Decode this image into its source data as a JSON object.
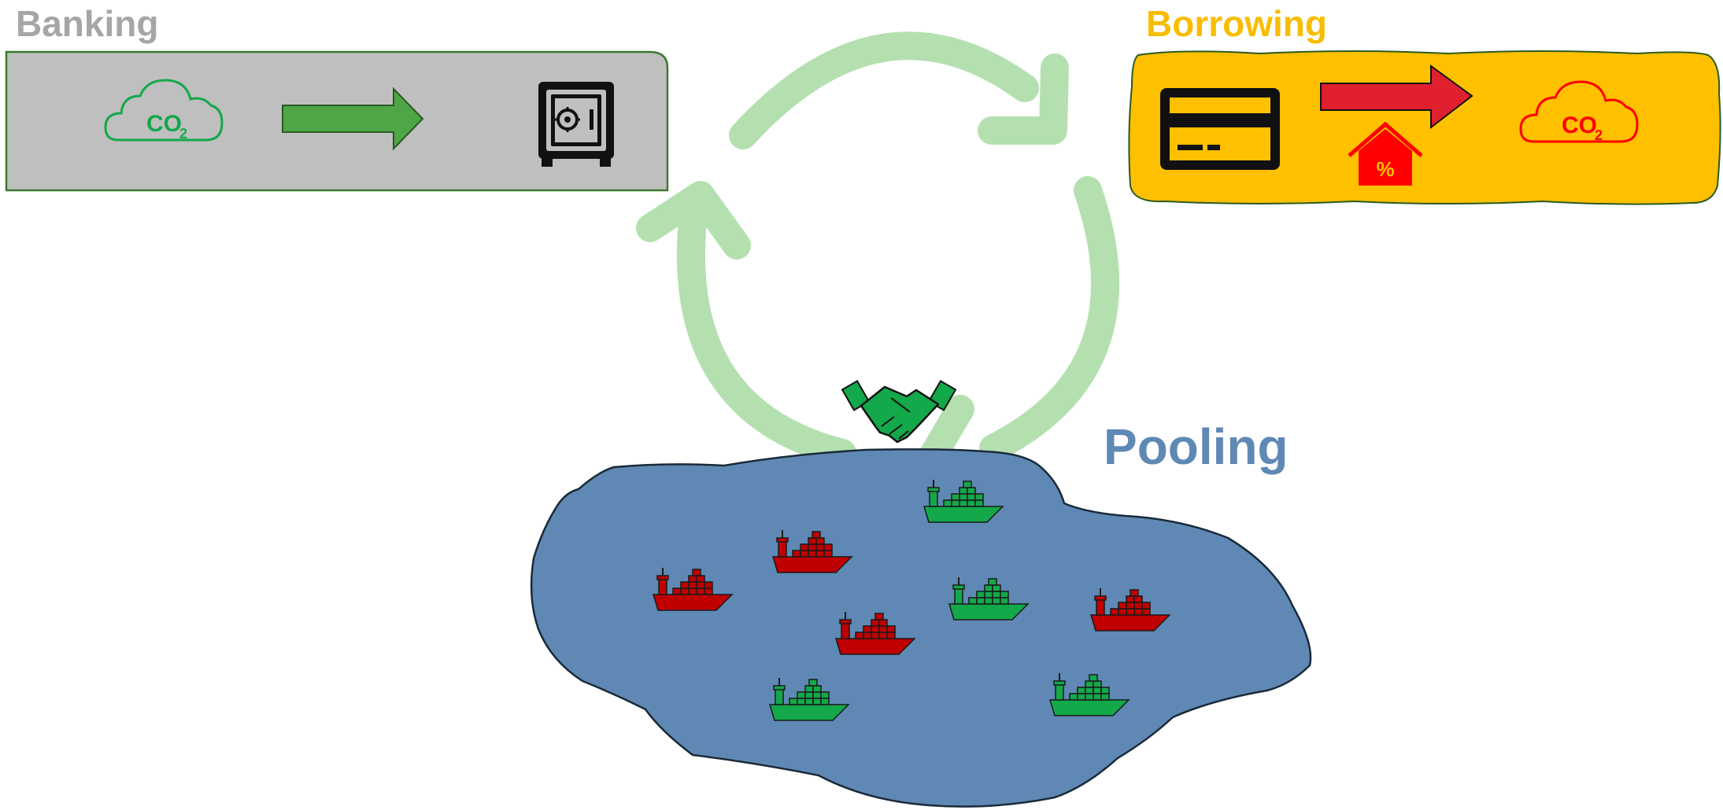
{
  "banking": {
    "title": "Banking",
    "co2_main": "CO",
    "co2_sub": "2"
  },
  "borrowing": {
    "title": "Borrowing",
    "co2_main": "CO",
    "co2_sub": "2",
    "percent": "%"
  },
  "pooling": {
    "title": "Pooling"
  },
  "colors": {
    "banking_title": "#a6a6a6",
    "banking_box": "#bfbfbf",
    "banking_border": "#3a7a2e",
    "banking_arrow": "#4ea646",
    "borrowing_title": "#f7bd00",
    "borrowing_box": "#ffc000",
    "borrowing_arrow": "#e01f2f",
    "cycle_arrows": "#b4e0b0",
    "pool_water": "#5f89b4",
    "pooling_title": "#5f89b4",
    "ship_green": "#13a84a",
    "ship_red": "#c00000",
    "co2_green": "#13a84a",
    "co2_red": "#ff0000",
    "handshake": "#13a84a"
  },
  "icons": [
    "cloud-co2-icon",
    "arrow-right-icon",
    "safe-icon",
    "credit-card-icon",
    "house-percent-icon",
    "handshake-icon",
    "cargo-ship-icon"
  ],
  "ships": [
    {
      "id": "ship-1",
      "status": "green"
    },
    {
      "id": "ship-2",
      "status": "red"
    },
    {
      "id": "ship-3",
      "status": "red"
    },
    {
      "id": "ship-4",
      "status": "green"
    },
    {
      "id": "ship-5",
      "status": "red"
    },
    {
      "id": "ship-6",
      "status": "red"
    },
    {
      "id": "ship-7",
      "status": "green"
    },
    {
      "id": "ship-8",
      "status": "green"
    }
  ]
}
